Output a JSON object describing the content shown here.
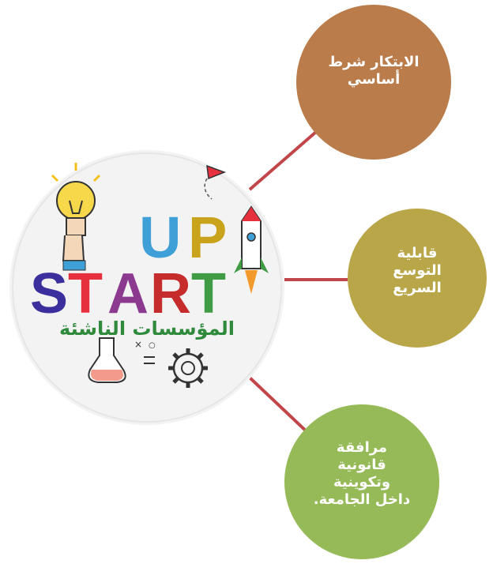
{
  "logo": {
    "letters_top": [
      "U",
      "P"
    ],
    "letters_main": [
      "S",
      "T",
      "A",
      "R",
      "T"
    ],
    "arabic_caption": "المؤسسات الناشئة",
    "colors": {
      "letter_u": "#3fa0d8",
      "letter_p": "#c9a31c",
      "letter_s": "#3a2f9c",
      "letter_t": "#e7303d",
      "letter_a": "#8b3a8f",
      "letter_r": "#c62c2c",
      "letter_t2": "#3f9b44",
      "caption": "#2f8a3c"
    },
    "icons": [
      "lightbulb-icon",
      "paper-plane-icon",
      "rocket-icon",
      "flask-icon",
      "gear-icon"
    ]
  },
  "nodes": [
    {
      "text": "الابتكار شرط\nأساسي",
      "color": "#b97c4a"
    },
    {
      "text": "قابلية\nالتوسع\nالسريع",
      "color": "#b9a649"
    },
    {
      "text": "مرافقة\nقانونية\nوتكوينية\nداخل الجامعة.",
      "color": "#96ba57"
    }
  ],
  "connector_color": "#c0464a"
}
